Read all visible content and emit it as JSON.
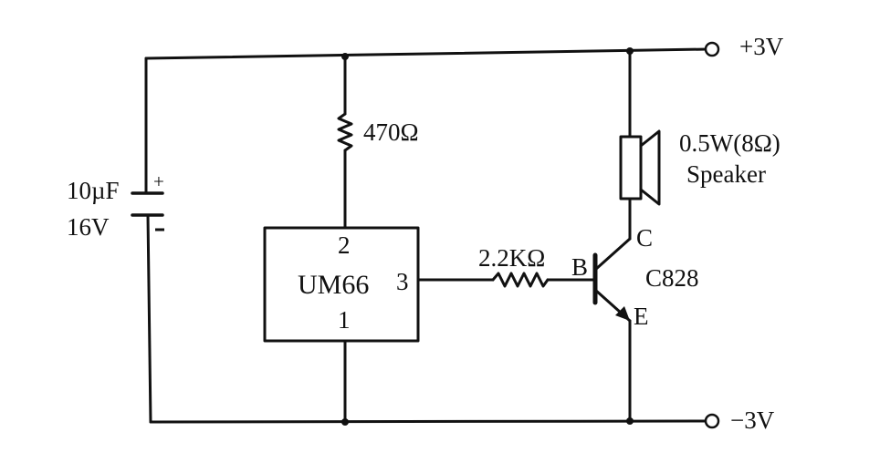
{
  "labels": {
    "capacitor_value": "10µF",
    "capacitor_voltage": "16V",
    "capacitor_plus": "+",
    "resistor_top": "470Ω",
    "ic_name": "UM66",
    "ic_pin_top": "2",
    "ic_pin_right": "3",
    "ic_pin_bottom": "1",
    "resistor_base": "2.2KΩ",
    "transistor_base": "B",
    "transistor_collector": "C",
    "transistor_emitter": "E",
    "transistor_name": "C828",
    "speaker_rating": "0.5W(8Ω)",
    "speaker_name": "Speaker",
    "supply_positive": "+3V",
    "supply_negative": "−3V"
  }
}
